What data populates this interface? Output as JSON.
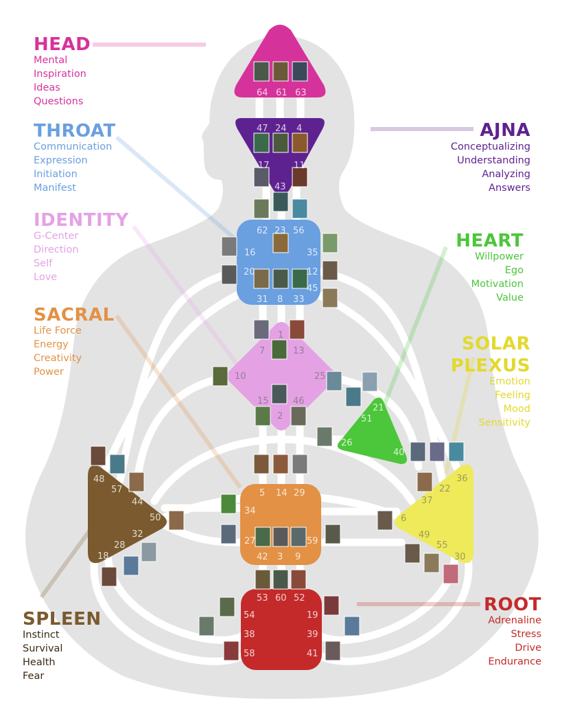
{
  "centers": {
    "head": {
      "title": "HEAD",
      "color": "#d6329b",
      "keywords": [
        "Mental",
        "Inspiration",
        "Ideas",
        "Questions"
      ]
    },
    "throat": {
      "title": "THROAT",
      "color": "#6a9fe0",
      "keywords": [
        "Communication",
        "Expression",
        "Initiation",
        "Manifest"
      ]
    },
    "identity": {
      "title": "IDENTITY",
      "color": "#e4a2e4",
      "keywords": [
        "G-Center",
        "Direction",
        "Self",
        "Love"
      ]
    },
    "sacral": {
      "title": "SACRAL",
      "color": "#e39145",
      "keywords": [
        "Life Force",
        "Energy",
        "Creativity",
        "Power"
      ]
    },
    "spleen": {
      "title": "SPLEEN",
      "color": "#7a5a2e",
      "keywords": [
        "Instinct",
        "Survival",
        "Health",
        "Fear"
      ]
    },
    "ajna": {
      "title": "AJNA",
      "color": "#5e2290",
      "keywords": [
        "Conceptualizing",
        "Understanding",
        "Analyzing",
        "Answers"
      ]
    },
    "heart": {
      "title": "HEART",
      "color": "#4cc63a",
      "keywords": [
        "Willpower",
        "Ego",
        "Motivation",
        "Value"
      ]
    },
    "solar": {
      "title": "SOLAR",
      "title2": "PLEXUS",
      "color": "#e2d92e",
      "keywords": [
        "Emotion",
        "Feeling",
        "Mood",
        "Sensitivity"
      ]
    },
    "root": {
      "title": "ROOT",
      "color": "#c42a2a",
      "keywords": [
        "Adrenaline",
        "Stress",
        "Drive",
        "Endurance"
      ]
    }
  },
  "gates": {
    "head": [
      "64",
      "61",
      "63"
    ],
    "ajna": [
      "47",
      "24",
      "4",
      "17",
      "11",
      "43"
    ],
    "throat": [
      "62",
      "23",
      "56",
      "16",
      "35",
      "20",
      "12",
      "45",
      "31",
      "8",
      "33"
    ],
    "identity": [
      "1",
      "7",
      "13",
      "10",
      "25",
      "15",
      "46",
      "2"
    ],
    "heart": [
      "21",
      "51",
      "26",
      "40"
    ],
    "spleen": [
      "48",
      "57",
      "44",
      "50",
      "32",
      "28",
      "18"
    ],
    "sacral": [
      "5",
      "14",
      "29",
      "34",
      "27",
      "59",
      "42",
      "3",
      "9"
    ],
    "solar": [
      "36",
      "22",
      "37",
      "6",
      "49",
      "55",
      "30"
    ],
    "root": [
      "53",
      "60",
      "52",
      "54",
      "19",
      "38",
      "39",
      "58",
      "41"
    ]
  }
}
